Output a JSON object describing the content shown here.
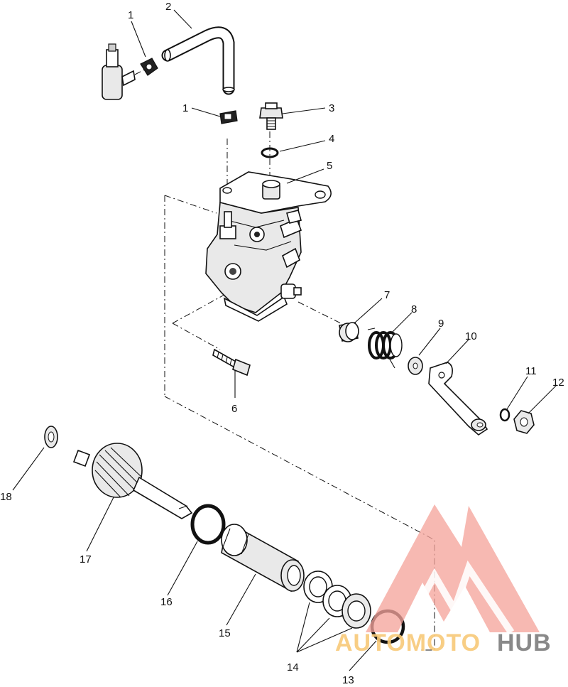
{
  "diagram": {
    "callouts": [
      "1",
      "2",
      "1",
      "3",
      "4",
      "5",
      "6",
      "7",
      "8",
      "9",
      "10",
      "11",
      "12",
      "18",
      "17",
      "16",
      "15",
      "14",
      "13"
    ]
  },
  "watermark": {
    "brand_part1": "AUTOMOTO",
    "brand_part2": "HUB",
    "colors": {
      "triangle": "#f4a39b",
      "text_orange": "#f8c978",
      "text_grey": "#7d7d7d"
    }
  }
}
